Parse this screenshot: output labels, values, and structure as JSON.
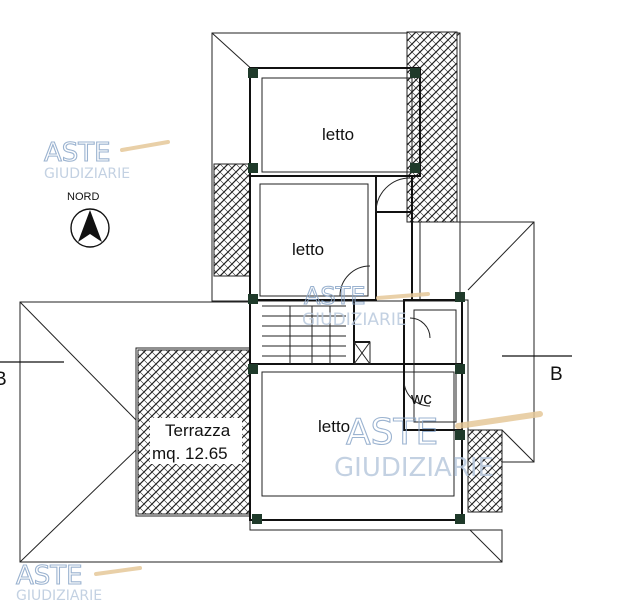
{
  "plan": {
    "rooms": [
      {
        "label": "letto"
      },
      {
        "label": "letto"
      },
      {
        "label": "letto"
      },
      {
        "label": "wc"
      }
    ],
    "terrace": {
      "label": "Terrazza",
      "area": "mq. 12.65"
    },
    "north": {
      "label": "NORD"
    },
    "section": {
      "left": "B",
      "right": "B"
    }
  },
  "watermarks": [
    {
      "aste": "ASTE",
      "giudiziarie": "GIUDIZIARIE"
    },
    {
      "aste": "ASTE",
      "giudiziarie": "GIUDIZIARIE"
    },
    {
      "aste": "ASTE",
      "giudiziarie": "GIUDIZIARIE"
    },
    {
      "aste": "ASTE",
      "giudiziarie": "GIUDIZIARIE"
    }
  ],
  "colors": {
    "pillar": "#1f3a2a",
    "watermark": "#8aa6c8",
    "line": "#111111"
  }
}
